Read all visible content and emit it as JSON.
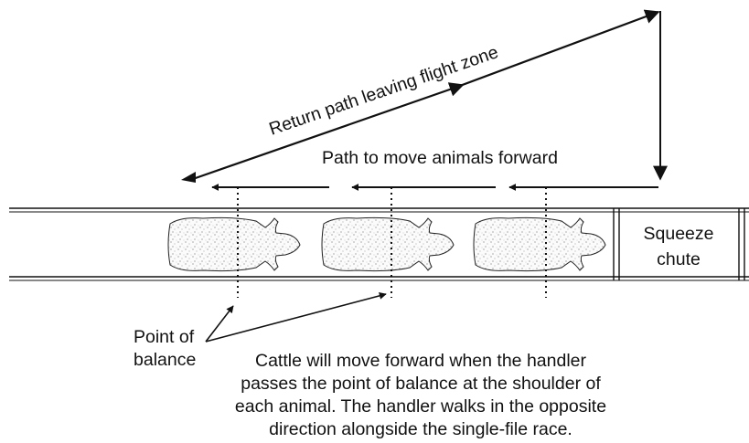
{
  "labels": {
    "return_path": "Return path leaving flight zone",
    "forward_path": "Path to move animals forward",
    "chute_line1": "Squeeze",
    "chute_line2": "chute",
    "pob_line1": "Point of",
    "pob_line2": "balance"
  },
  "caption_lines": [
    "Cattle will move forward when the handler",
    "passes the point of balance at the shoulder of",
    "each animal. The handler walks in the opposite",
    "direction alongside the single-file race."
  ]
}
